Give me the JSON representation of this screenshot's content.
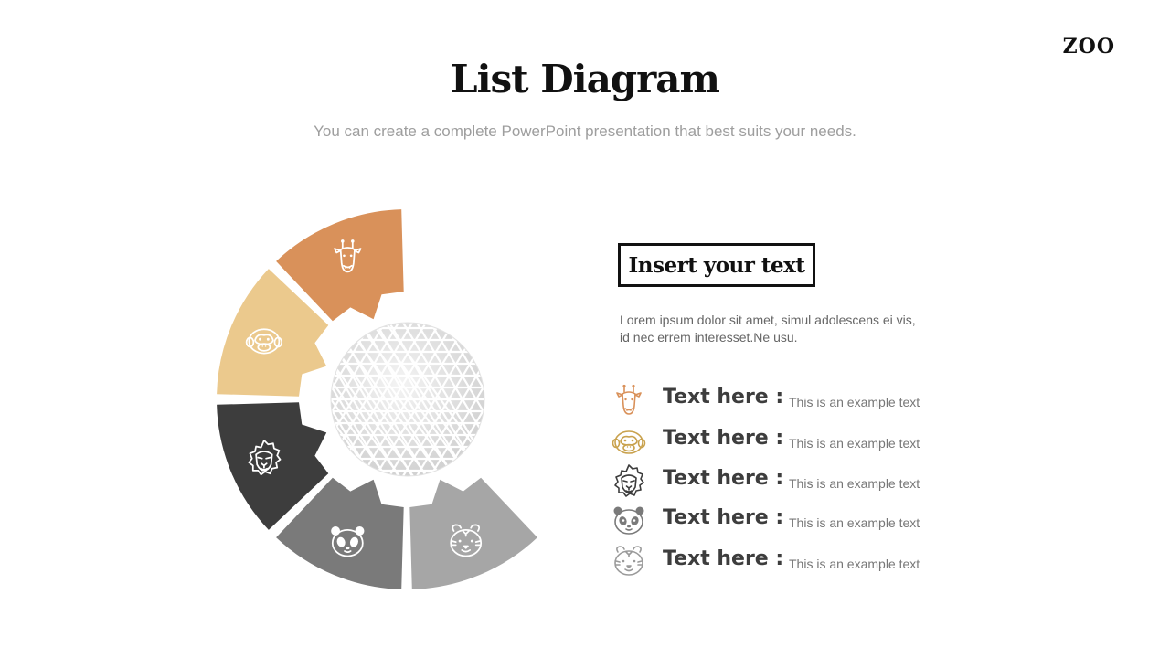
{
  "header": {
    "brand": "ZOO",
    "title": "List Diagram",
    "subtitle": "You can create a complete PowerPoint presentation that best suits your needs."
  },
  "callout": {
    "heading": "Insert your text",
    "body": "Lorem ipsum dolor sit amet, simul adolescens ei vis, id nec errem interesset.Ne usu."
  },
  "segments": [
    {
      "animal": "giraffe",
      "color": "#d9915a",
      "icon": "giraffe-icon"
    },
    {
      "animal": "monkey",
      "color": "#ebc98d",
      "icon": "monkey-icon"
    },
    {
      "animal": "lion",
      "color": "#3d3d3d",
      "icon": "lion-icon"
    },
    {
      "animal": "panda",
      "color": "#7a7a7a",
      "icon": "panda-icon"
    },
    {
      "animal": "tiger",
      "color": "#a6a6a6",
      "icon": "tiger-icon"
    }
  ],
  "items": [
    {
      "label": "Text here :",
      "text": "This is an example text",
      "icon": "giraffe-icon",
      "color": "#d9915a"
    },
    {
      "label": "Text here :",
      "text": "This is an example text",
      "icon": "monkey-icon",
      "color": "#c9a24e"
    },
    {
      "label": "Text here :",
      "text": "This is an example text",
      "icon": "lion-icon",
      "color": "#3d3d3d"
    },
    {
      "label": "Text here :",
      "text": "This is an example text",
      "icon": "panda-icon",
      "color": "#7a7a7a"
    },
    {
      "label": "Text here :",
      "text": "This is an example text",
      "icon": "tiger-icon",
      "color": "#9a9a9a"
    }
  ]
}
